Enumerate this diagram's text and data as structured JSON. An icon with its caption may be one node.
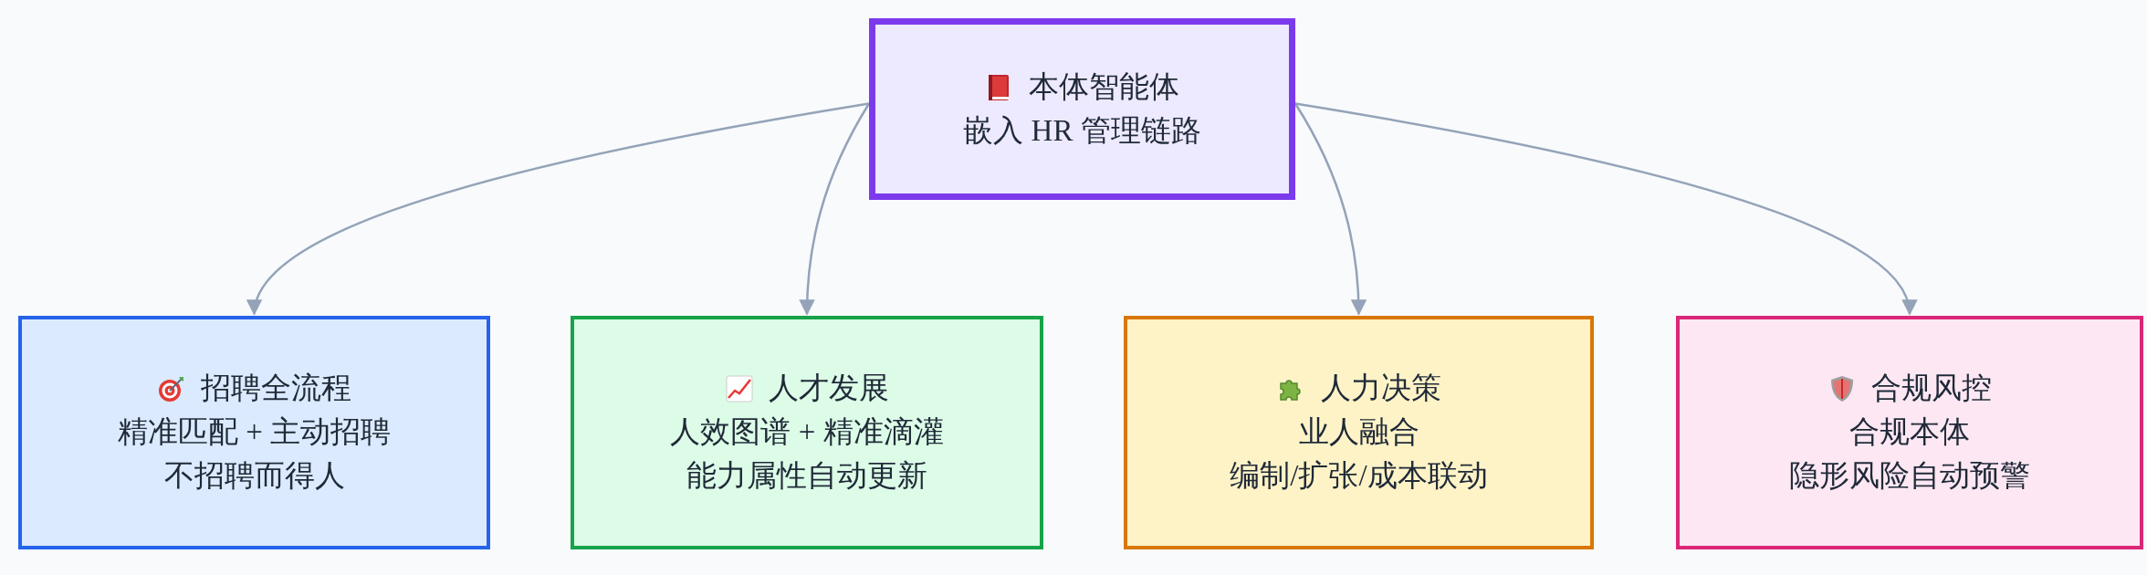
{
  "diagram": {
    "nodes": [
      {
        "text": [
          "本体智能体",
          "嵌入 HR 管理链路"
        ]
      },
      {
        "text": [
          "招聘全流程",
          "精准匹配 + 主动招聘",
          "不招聘而得人"
        ]
      },
      {
        "text": [
          "人才发展",
          "人效图谱 + 精准滴灌",
          "能力属性自动更新"
        ]
      },
      {
        "text": [
          "人力决策",
          "业人融合",
          "编制/扩张/成本联动"
        ]
      },
      {
        "text": [
          "合规风控",
          "合规本体",
          "隐形风险自动预警"
        ]
      }
    ],
    "edges": [
      {
        "from": 0,
        "to": 1,
        "arrow": "to"
      },
      {
        "from": 0,
        "to": 2,
        "arrow": "to"
      },
      {
        "from": 0,
        "to": 3,
        "arrow": "to"
      },
      {
        "from": 0,
        "to": 4,
        "arrow": "to"
      }
    ]
  }
}
